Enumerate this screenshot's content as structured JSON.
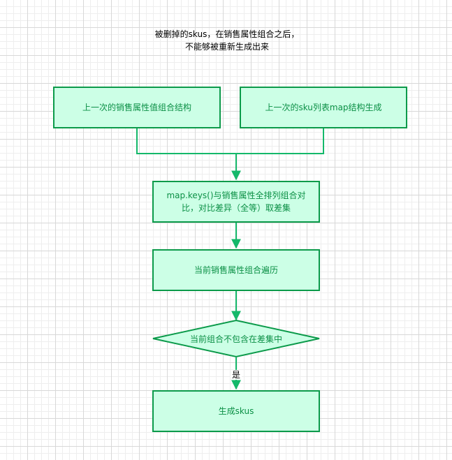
{
  "title": {
    "line1": "被删掉的skus，在销售属性组合之后，",
    "line2": "不能够被重新生成出来"
  },
  "nodes": {
    "prev_combo": "上一次的销售属性值组合结构",
    "prev_sku_map": "上一次的sku列表map结构生成",
    "diff": "map.keys()与销售属性全排列组合对比，对比差异（全等）取差集",
    "iterate": "当前销售属性组合遍历",
    "decision": "当前组合不包含在差集中",
    "generate": "生成skus"
  },
  "edges": {
    "yes_label": "是"
  },
  "colors": {
    "node_fill": "#ccffe6",
    "node_stroke": "#0b9a4a",
    "node_text": "#0b8f45",
    "edge": "#14b86a"
  }
}
